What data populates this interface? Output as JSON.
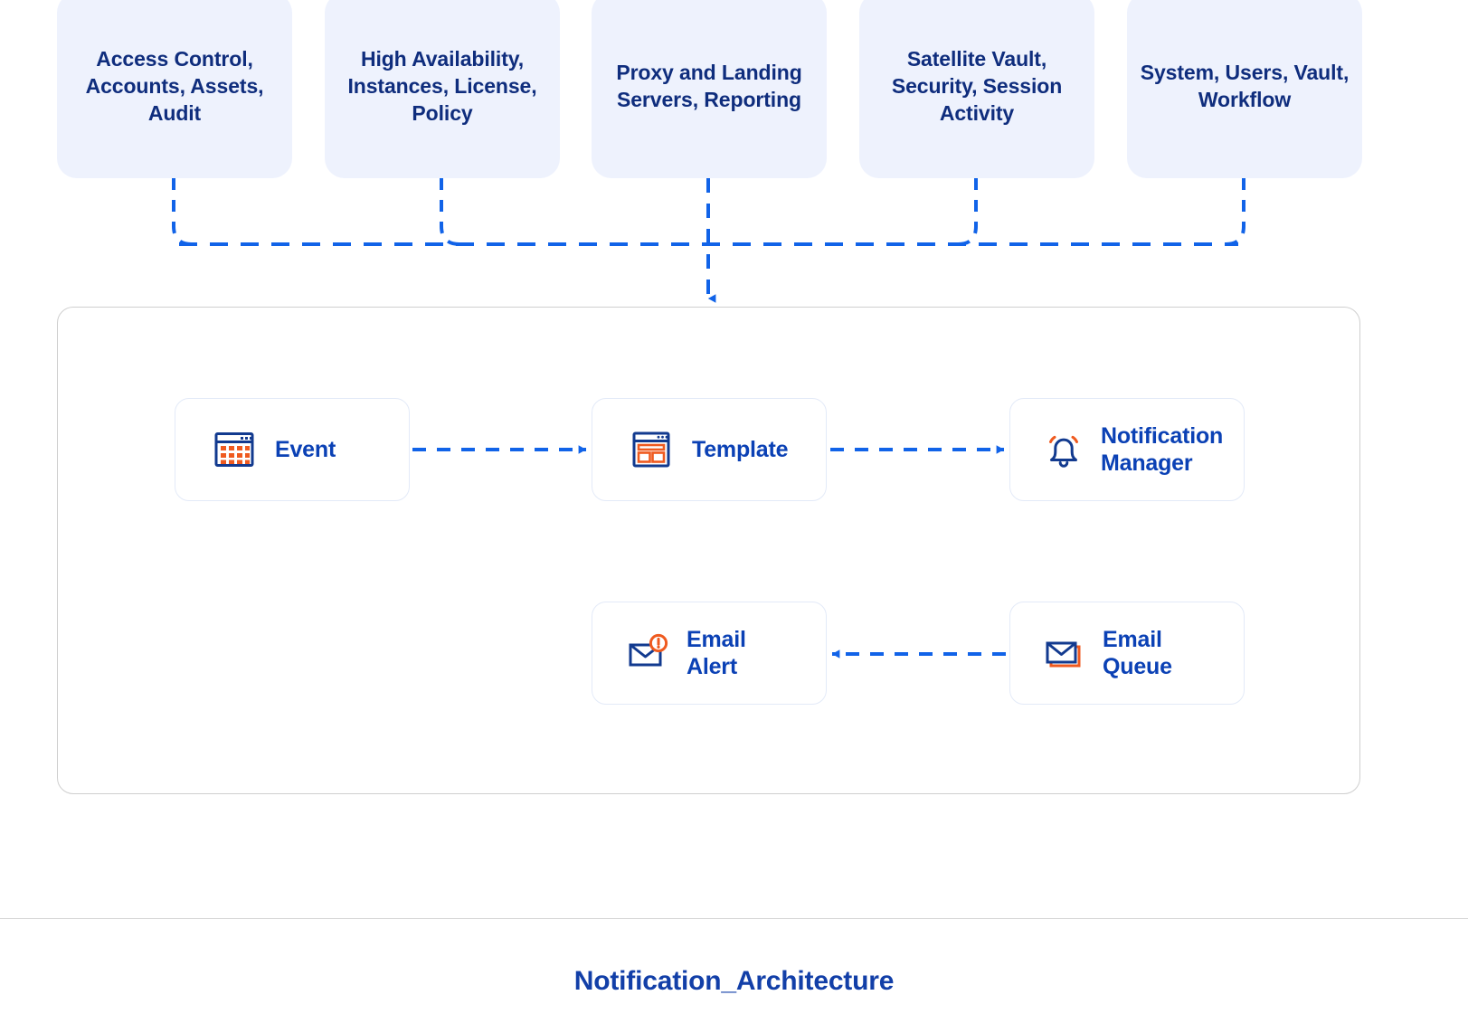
{
  "diagram": {
    "title": "Notification_Architecture",
    "colors": {
      "source_box_fill": "#eef2fd",
      "source_box_text": "#0f2d7d",
      "node_border": "#e3eaf8",
      "node_label_text": "#0b41b5",
      "connector_blue": "#1163e8",
      "icon_navy": "#123a8f",
      "icon_orange": "#ef5a1f",
      "container_border": "#cfcfcf",
      "footer_text": "#123fa8"
    },
    "sources": [
      {
        "id": "access-control",
        "label": "Access Control,\nAccounts,\nAssets, Audit"
      },
      {
        "id": "high-availability",
        "label": "High Availability,\nInstances,\nLicense, Policy"
      },
      {
        "id": "proxy-landing",
        "label": "Proxy and\nLanding Servers,\nReporting"
      },
      {
        "id": "satellite-vault",
        "label": "Satellite Vault,\nSecurity,\nSession Activity"
      },
      {
        "id": "system-users",
        "label": "System, Users,\nVault, Workflow"
      }
    ],
    "nodes": [
      {
        "id": "event",
        "label": "Event",
        "icon": "calendar-icon"
      },
      {
        "id": "template",
        "label": "Template",
        "icon": "browser-template-icon"
      },
      {
        "id": "notification-manager",
        "label": "Notification\nManager",
        "icon": "bell-icon"
      },
      {
        "id": "email-alert",
        "label": "Email\nAlert",
        "icon": "envelope-alert-icon"
      },
      {
        "id": "email-queue",
        "label": "Email\nQueue",
        "icon": "envelope-stack-icon"
      }
    ],
    "flows": [
      {
        "from": "sources",
        "to": "container",
        "style": "dashed"
      },
      {
        "from": "event",
        "to": "template",
        "style": "dashed"
      },
      {
        "from": "template",
        "to": "notification-manager",
        "style": "dashed"
      },
      {
        "from": "email-queue",
        "to": "email-alert",
        "style": "dashed"
      }
    ]
  }
}
